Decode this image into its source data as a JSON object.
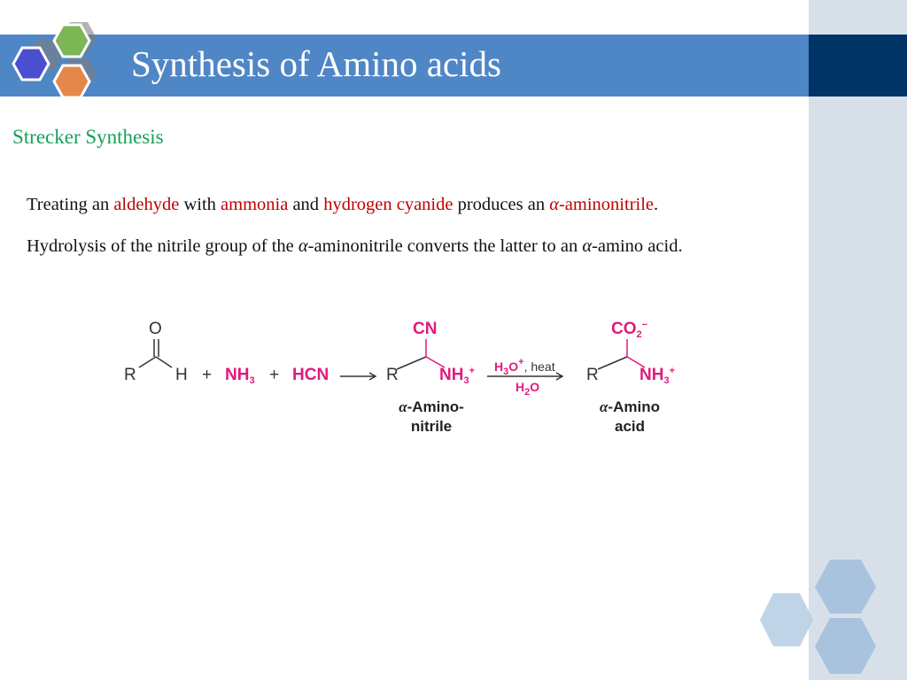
{
  "slide": {
    "title": "Synthesis of Amino acids",
    "subtitle": "Strecker Synthesis",
    "paragraph": {
      "s1_a": "Treating an ",
      "s1_aldehyde": "aldehyde",
      "s1_b": " with ",
      "s1_ammonia": "ammonia",
      "s1_c": " and ",
      "s1_hcn": "hydrogen cyanide",
      "s1_d": " produces an ",
      "s1_alpha": "α",
      "s1_aminonitrile": "-aminonitrile",
      "s1_end": ".",
      "s2_a": "Hydrolysis of the nitrile group of the ",
      "s2_alpha1": "α",
      "s2_b": "-aminonitrile converts the latter to an ",
      "s2_alpha2": "α",
      "s2_c": "-amino acid."
    },
    "colors": {
      "title_bar": "#4f86c6",
      "title_bar_dark": "#003366",
      "side_panel": "#d7e0e9",
      "subtitle": "#17a05a",
      "highlight": "#c00000",
      "reagent": "#e0197e"
    }
  },
  "reaction": {
    "aldehyde": {
      "O": "O",
      "R": "R",
      "H": "H"
    },
    "plus1": "+",
    "nh3": "NH",
    "nh3_sub": "3",
    "plus2": "+",
    "hcn": "HCN",
    "intermediate": {
      "CN": "CN",
      "R": "R",
      "NH3": "NH",
      "sub": "3",
      "sup": "+",
      "label_alpha": "α",
      "label_1": "-Amino-",
      "label_2": "nitrile"
    },
    "conditions": {
      "top_h": "H",
      "top_sub": "3",
      "top_o": "O",
      "top_sup": "+",
      "top_rest": ", heat",
      "bottom_h": "H",
      "bottom_sub": "2",
      "bottom_o": "O"
    },
    "product": {
      "CO": "CO",
      "co_sub": "2",
      "co_sup": "−",
      "R": "R",
      "NH3": "NH",
      "sub": "3",
      "sup": "+",
      "label_alpha": "α",
      "label_1": "-Amino",
      "label_2": "acid"
    }
  }
}
